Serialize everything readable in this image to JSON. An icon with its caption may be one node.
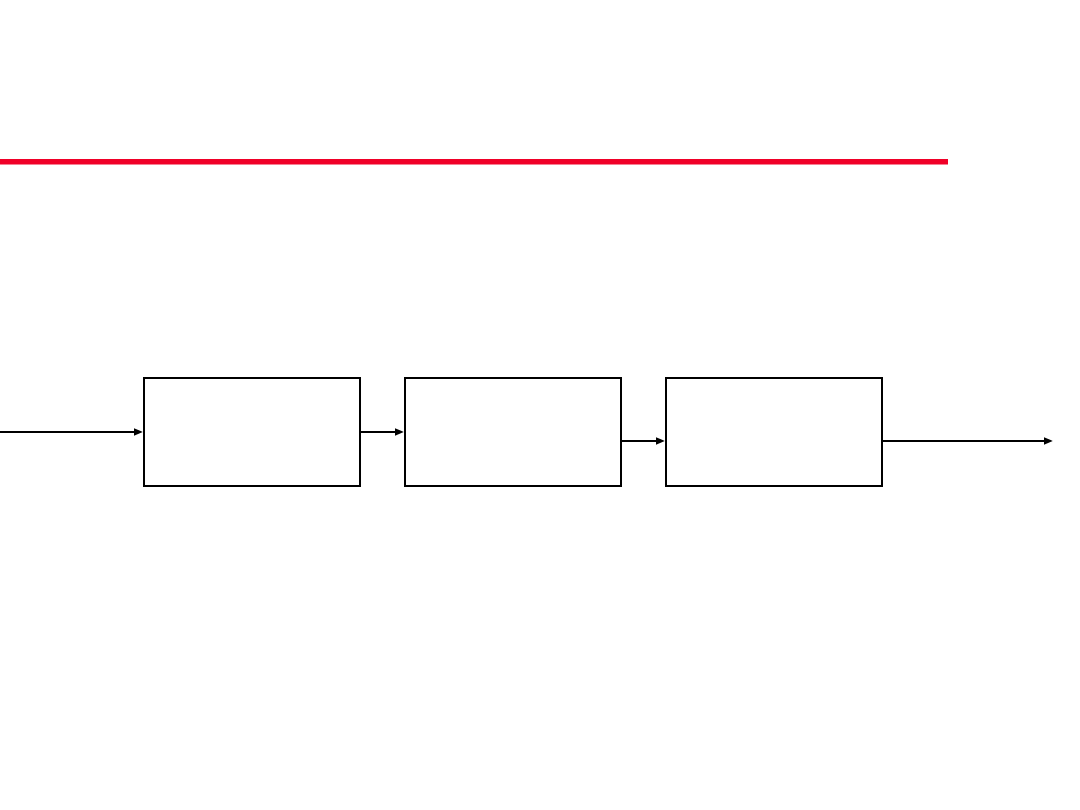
{
  "diagram": {
    "nodes": [
      {
        "text": [],
        "shape": "box"
      },
      {
        "text": [],
        "shape": "box"
      },
      {
        "text": [],
        "shape": "box"
      }
    ],
    "edges": [
      {
        "from": null,
        "to": 0,
        "arrow": "to"
      },
      {
        "from": 0,
        "to": 1,
        "arrow": "to"
      },
      {
        "from": 1,
        "to": 2,
        "arrow": "to"
      },
      {
        "from": 2,
        "to": null,
        "arrow": "to"
      }
    ]
  }
}
